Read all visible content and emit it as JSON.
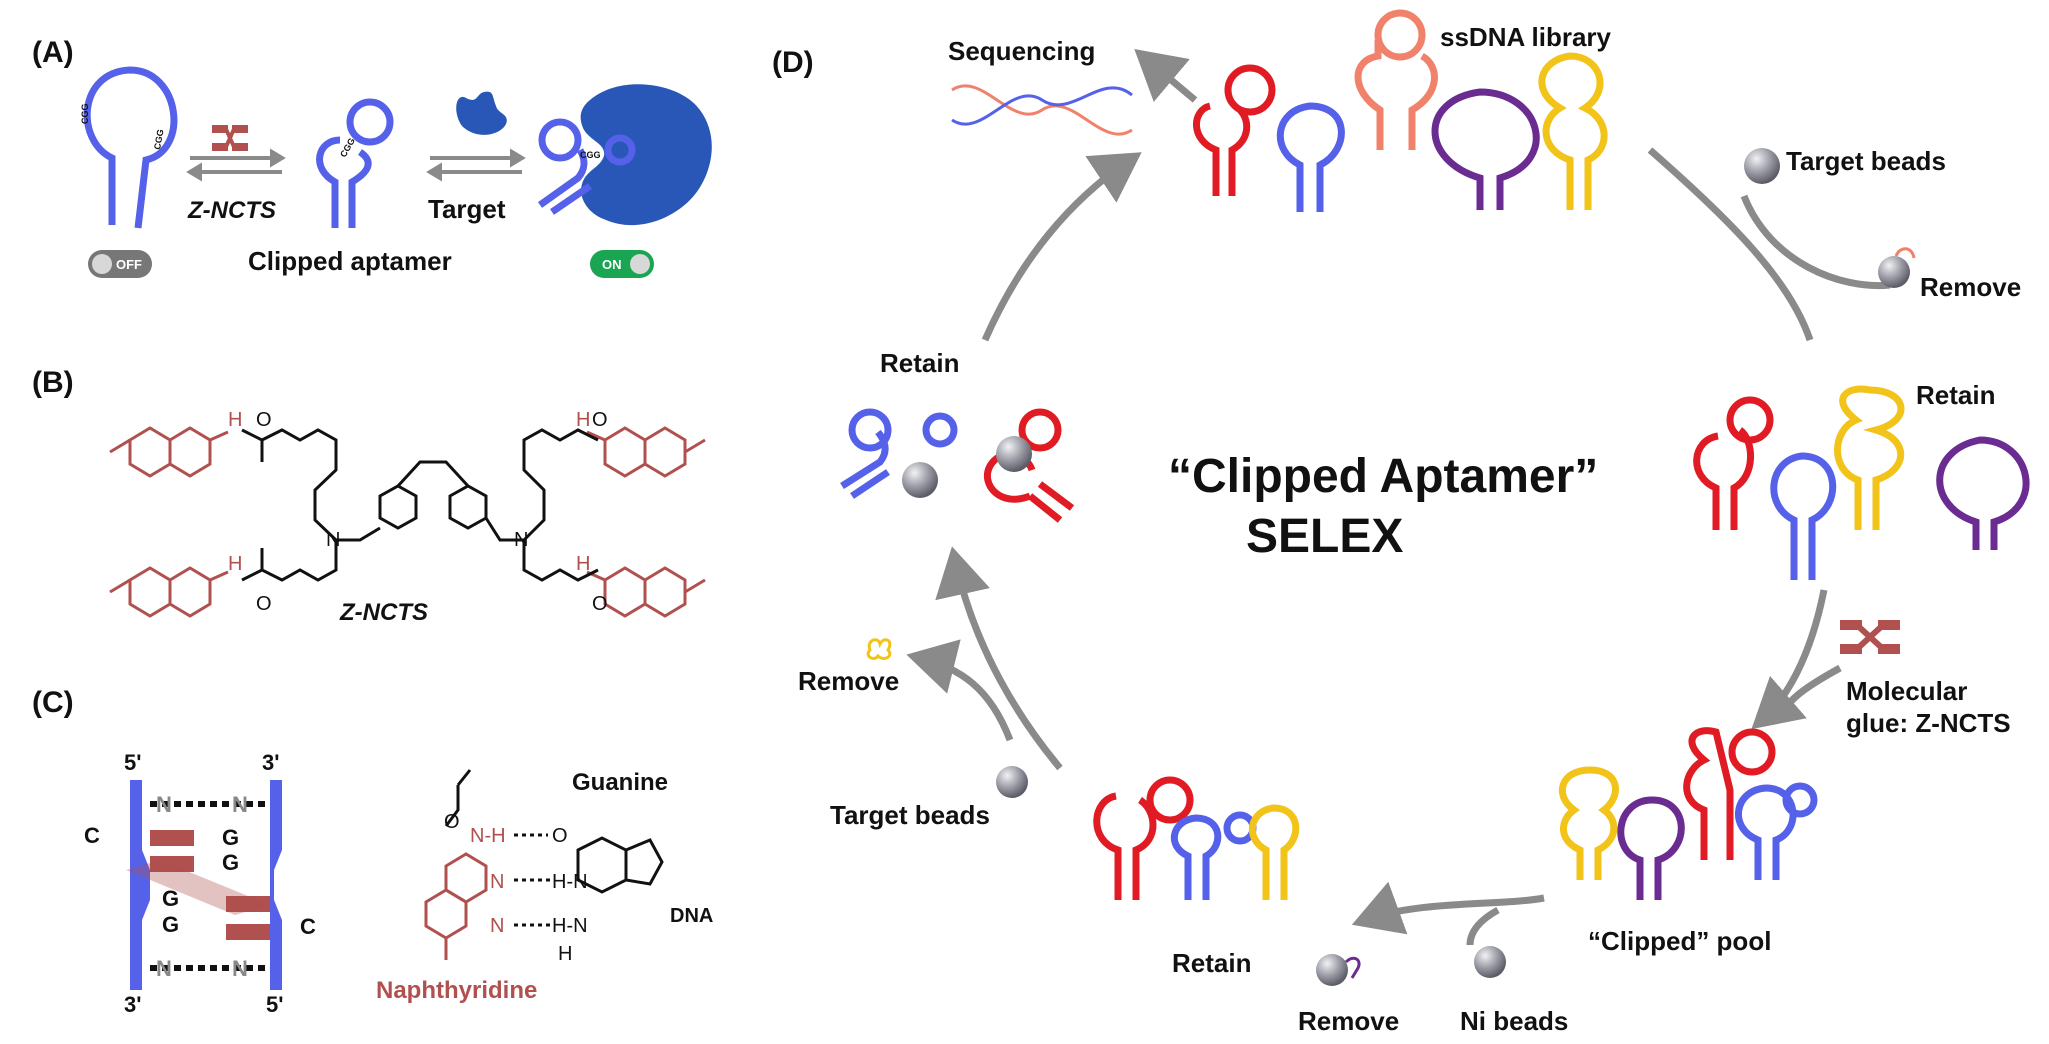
{
  "colors": {
    "blue": "#5561e8",
    "red": "#e01b24",
    "salmon": "#f0826c",
    "purple": "#6a2c91",
    "yellow": "#f2c318",
    "glue": "#b0514f",
    "arrow": "#8a8a8a",
    "bead": "#8f9099",
    "target": "#2857b8",
    "on": "#1aa552",
    "off": "#777777"
  },
  "panels": {
    "a": "(A)",
    "b": "(B)",
    "c": "(C)",
    "d": "(D)"
  },
  "panel_a": {
    "glue_name": "Z-NCTS",
    "target_label": "Target",
    "caption": "Clipped aptamer",
    "off_label": "OFF",
    "on_label": "ON",
    "seq_cgg": "CGG",
    "seq_clipped": "CGG"
  },
  "panel_b": {
    "compound": "Z-NCTS",
    "atoms": {
      "n": "N",
      "o": "O",
      "h": "H"
    }
  },
  "panel_c": {
    "five_prime": "5'",
    "three_prime": "3'",
    "base_c": "C",
    "base_g": "G",
    "base_n": "N",
    "guanine": "Guanine",
    "naphthyridine": "Naphthyridine",
    "dna": "DNA",
    "nh": "N-H",
    "hn": "H-N",
    "h2n": "H-N",
    "h": "H"
  },
  "panel_d": {
    "title_line1": "“Clipped Aptamer”",
    "title_line2": "SELEX",
    "ssdna": "ssDNA library",
    "sequencing": "Sequencing",
    "target_beads_top": "Target  beads",
    "remove_top": "Remove",
    "retain_right": "Retain",
    "glue_line1": "Molecular",
    "glue_line2": "glue: Z-NCTS",
    "clipped_pool": "“Clipped” pool",
    "ni_beads": "Ni beads",
    "remove_bottom": "Remove",
    "retain_bottom": "Retain",
    "target_beads_left": "Target beads",
    "remove_left": "Remove",
    "retain_left": "Retain"
  }
}
